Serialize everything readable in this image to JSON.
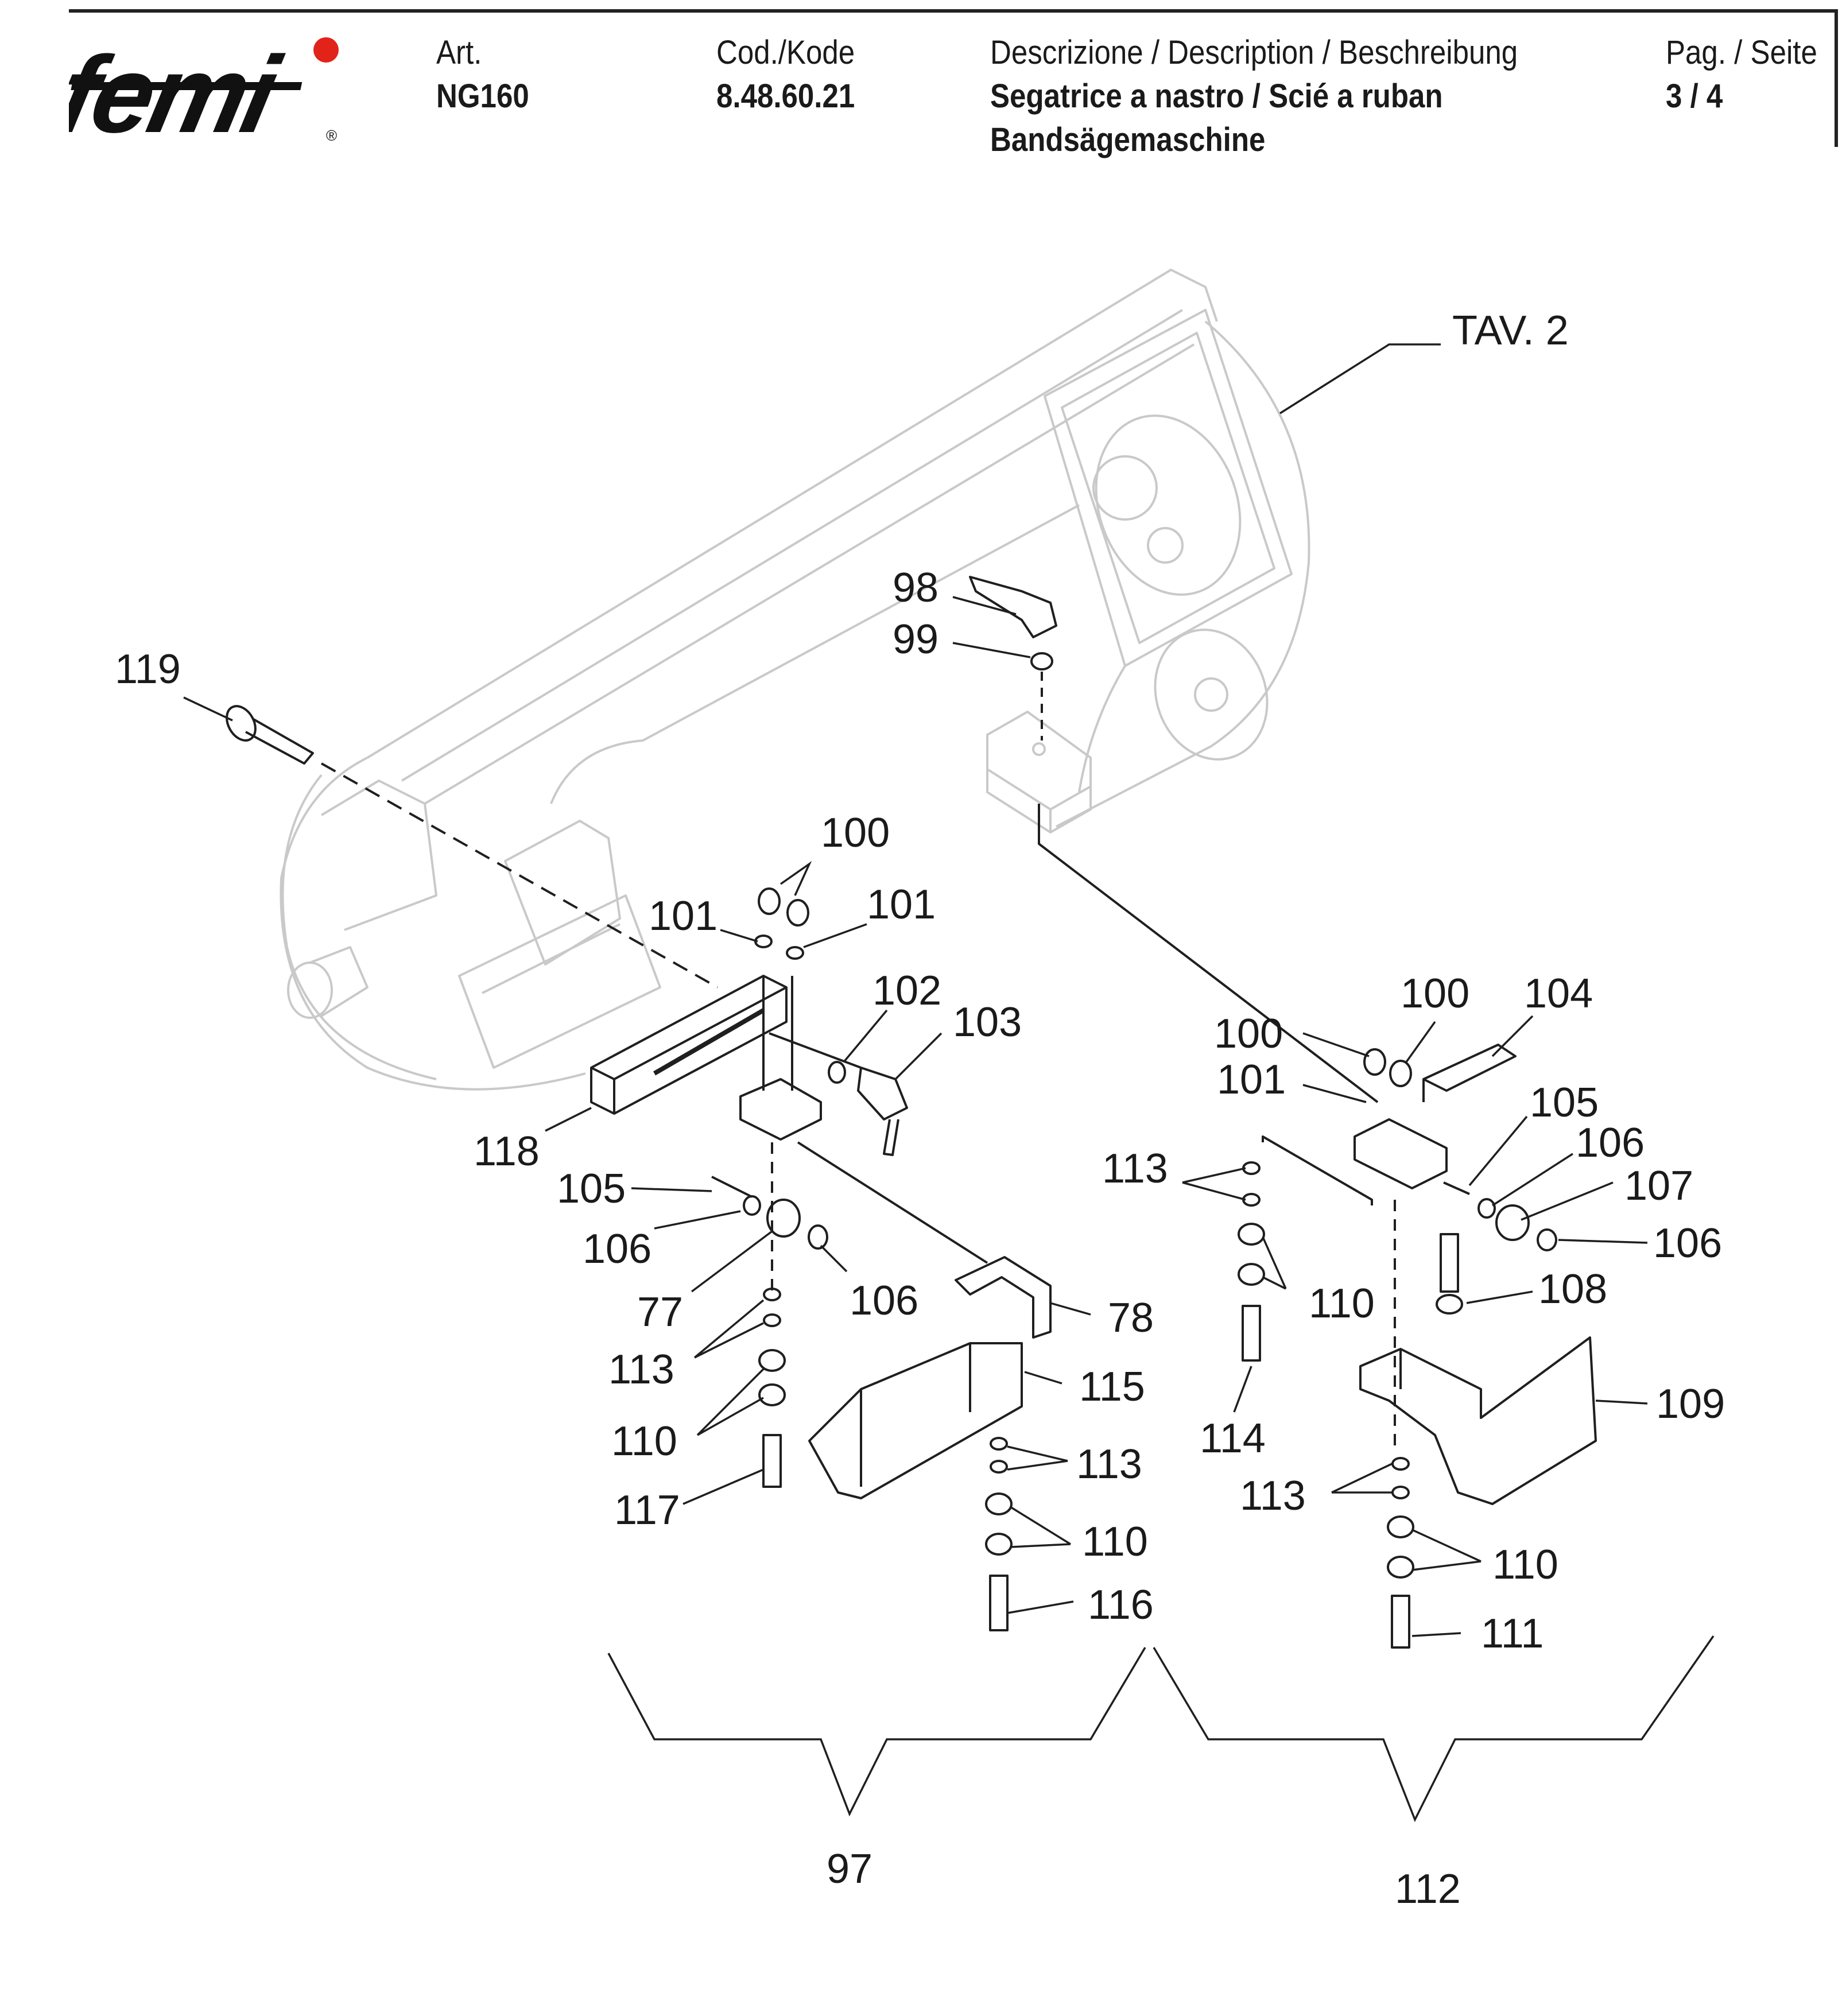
{
  "header": {
    "logo_text": "femi",
    "art_label": "Art.",
    "art_value": "NG160",
    "code_label": "Cod./Kode",
    "code_value": "8.48.60.21",
    "desc_label": "Descrizione / Description / Beschreibung",
    "desc_line1": "Segatrice a nastro / Scié a ruban",
    "desc_line2": "Bandsägemaschine",
    "page_label": "Pag. / Seite",
    "page_value": "3 / 4"
  },
  "diagram": {
    "ref_label": "TAV. 2",
    "callouts": {
      "c98": "98",
      "c99": "99",
      "c119": "119",
      "c100a": "100",
      "c101a": "101",
      "c101b": "101",
      "c102": "102",
      "c103": "103",
      "c118": "118",
      "c105a": "105",
      "c106a": "106",
      "c77": "77",
      "c106b": "106",
      "c78": "78",
      "c113a": "113",
      "c110a": "110",
      "c117": "117",
      "c115": "115",
      "c113b": "113",
      "c110b": "110",
      "c116": "116",
      "c100b": "100",
      "c104": "104",
      "c100c": "100",
      "c101c": "101",
      "c105b": "105",
      "c106c": "106",
      "c107": "107",
      "c106d": "106",
      "c113c": "113",
      "c110c": "110",
      "c108": "108",
      "c114": "114",
      "c109": "109",
      "c113d": "113",
      "c110d": "110",
      "c111": "111"
    },
    "groups": {
      "left": "97",
      "right": "112"
    }
  }
}
